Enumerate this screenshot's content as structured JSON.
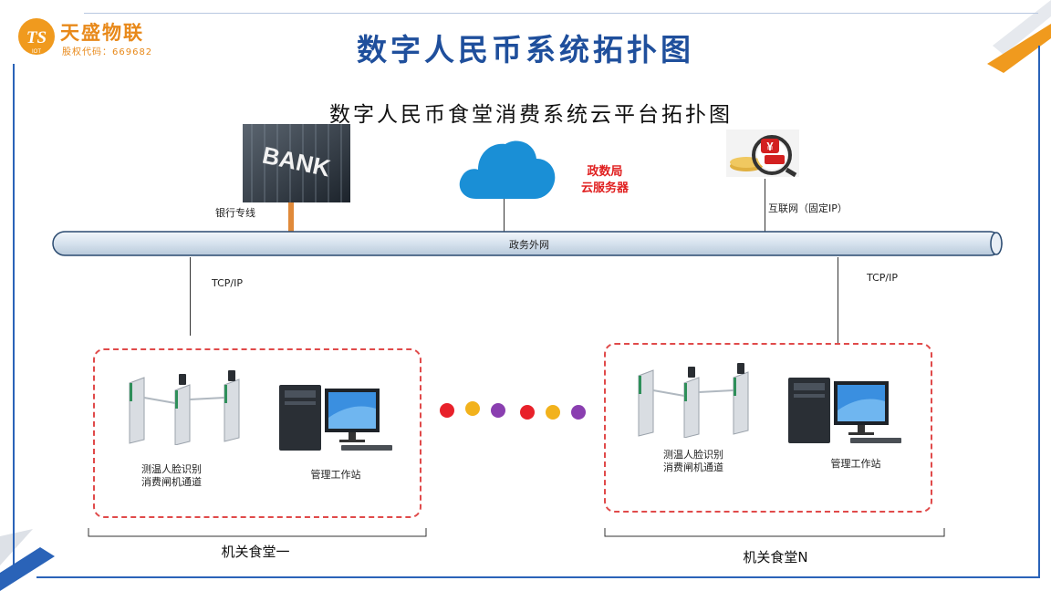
{
  "logo": {
    "brand": "天盛物联",
    "stock_code": "股权代码：669682",
    "mark": "TS",
    "mark_sub": "IOT"
  },
  "slide": {
    "title": "数字人民币系统拓扑图",
    "subtitle": "数字人民币食堂消费系统云平台拓扑图"
  },
  "bank": {
    "sign": "BANK",
    "line_label": "银行专线"
  },
  "cloud": {
    "label_line1": "政数局",
    "label_line2": "云服务器"
  },
  "internet": {
    "line_label": "互联网（固定IP）"
  },
  "bus": {
    "label": "政务外网"
  },
  "links": {
    "left_protocol": "TCP/IP",
    "right_protocol": "TCP/IP"
  },
  "canteens": [
    {
      "name": "机关食堂一",
      "gate_label_line1": "测温人脸识别",
      "gate_label_line2": "消费闸机通道",
      "workstation_label": "管理工作站"
    },
    {
      "name": "机关食堂N",
      "gate_label_line1": "测温人脸识别",
      "gate_label_line2": "消费闸机通道",
      "workstation_label": "管理工作站"
    }
  ],
  "colors": {
    "title_blue": "#1f4f9c",
    "accent_orange": "#f09a1e",
    "frame_blue": "#2a63b8",
    "dash_red": "#e04a4a",
    "cloud_blue": "#1a8fd6",
    "bus_fill": "#dde8f3",
    "dots": [
      "#e8212a",
      "#f2b21c",
      "#8a3fb0",
      "#e8212a",
      "#f2b21c",
      "#8a3fb0"
    ]
  },
  "icons": [
    "logo-mark-icon",
    "bank-building-icon",
    "cloud-server-icon",
    "rmb-coin-icon",
    "face-gate-icon",
    "computer-workstation-icon"
  ]
}
